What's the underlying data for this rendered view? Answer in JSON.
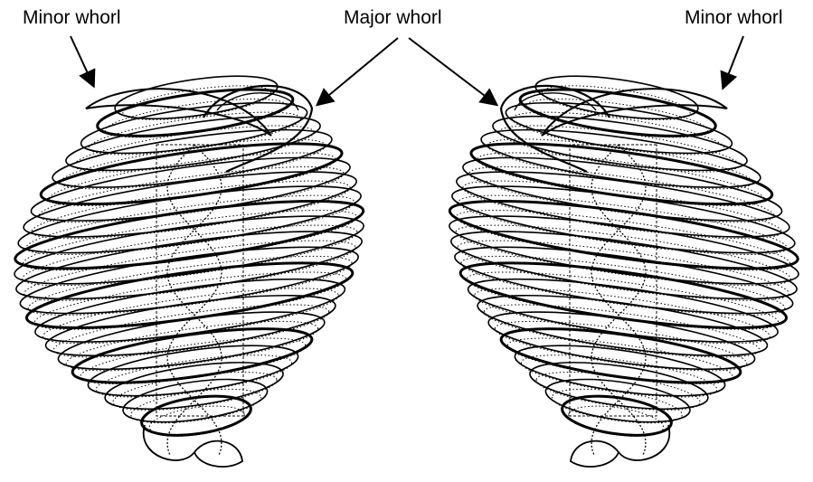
{
  "labels": {
    "minor_left": "Minor whorl",
    "major": "Major whorl",
    "minor_right": "Minor whorl"
  },
  "colors": {
    "ink": "#000000",
    "background": "#ffffff"
  }
}
